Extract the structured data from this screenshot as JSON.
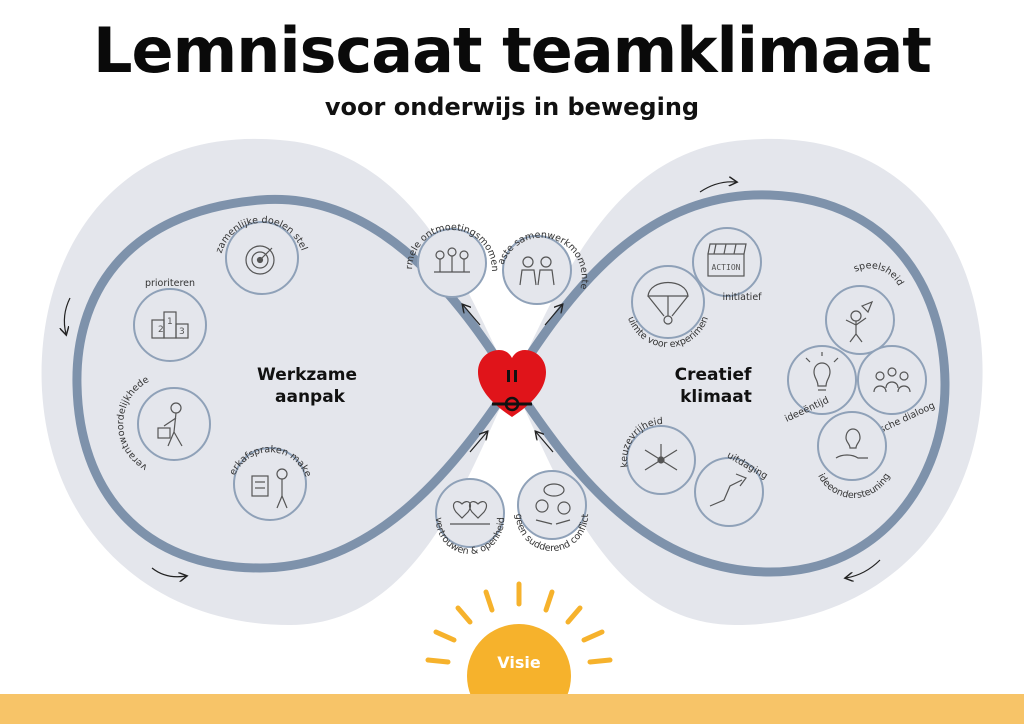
{
  "title": "Lemniscaat teamklimaat",
  "subtitle": "voor onderwijs in beweging",
  "left_loop": {
    "label_line1": "Werkzame",
    "label_line2": "aanpak",
    "items": [
      {
        "label": "gezamenlijke doelen stellen",
        "icon": "target-icon"
      },
      {
        "label": "prioriteren",
        "icon": "podium-icon"
      },
      {
        "label": "taken en verantwoordelijkheden dragen",
        "icon": "person-carrying-icon"
      },
      {
        "label": "werkafspraken maken",
        "icon": "person-board-icon"
      }
    ]
  },
  "center": {
    "items": [
      {
        "label": "informele ontmoetingsmomenten",
        "icon": "people-meeting-icon"
      },
      {
        "label": "vaste samenwerkmomenten",
        "icon": "two-people-icon"
      },
      {
        "label": "vertrouwen & openheid",
        "icon": "hearts-hands-icon"
      },
      {
        "label": "geen sudderend conflict",
        "icon": "conflict-icon"
      }
    ],
    "heart_icon": "heart-knot-icon"
  },
  "right_loop": {
    "label_line1": "Creatief",
    "label_line2": "klimaat",
    "items": [
      {
        "label": "initiatief",
        "icon": "clapperboard-icon",
        "board_text": "ACTION"
      },
      {
        "label": "ruimte voor experiment",
        "icon": "parachute-icon"
      },
      {
        "label": "speelsheid",
        "icon": "playful-figure-icon"
      },
      {
        "label": "ideeëntijd",
        "icon": "lightbulb-icon"
      },
      {
        "label": "kritische dialoog",
        "icon": "group-dialogue-icon"
      },
      {
        "label": "ideeondersteuning",
        "icon": "hand-bulb-icon"
      },
      {
        "label": "keuzevrijheid",
        "icon": "arrows-out-icon"
      },
      {
        "label": "uitdaging",
        "icon": "rising-arrow-icon"
      }
    ]
  },
  "sun": {
    "label": "Visie"
  },
  "colors": {
    "blob": "#e4e6ec",
    "path": "#7e92ab",
    "circle_stroke": "#8fa1b8",
    "heart": "#e0141a",
    "sun": "#f6b22c",
    "ground": "#f7c468"
  }
}
